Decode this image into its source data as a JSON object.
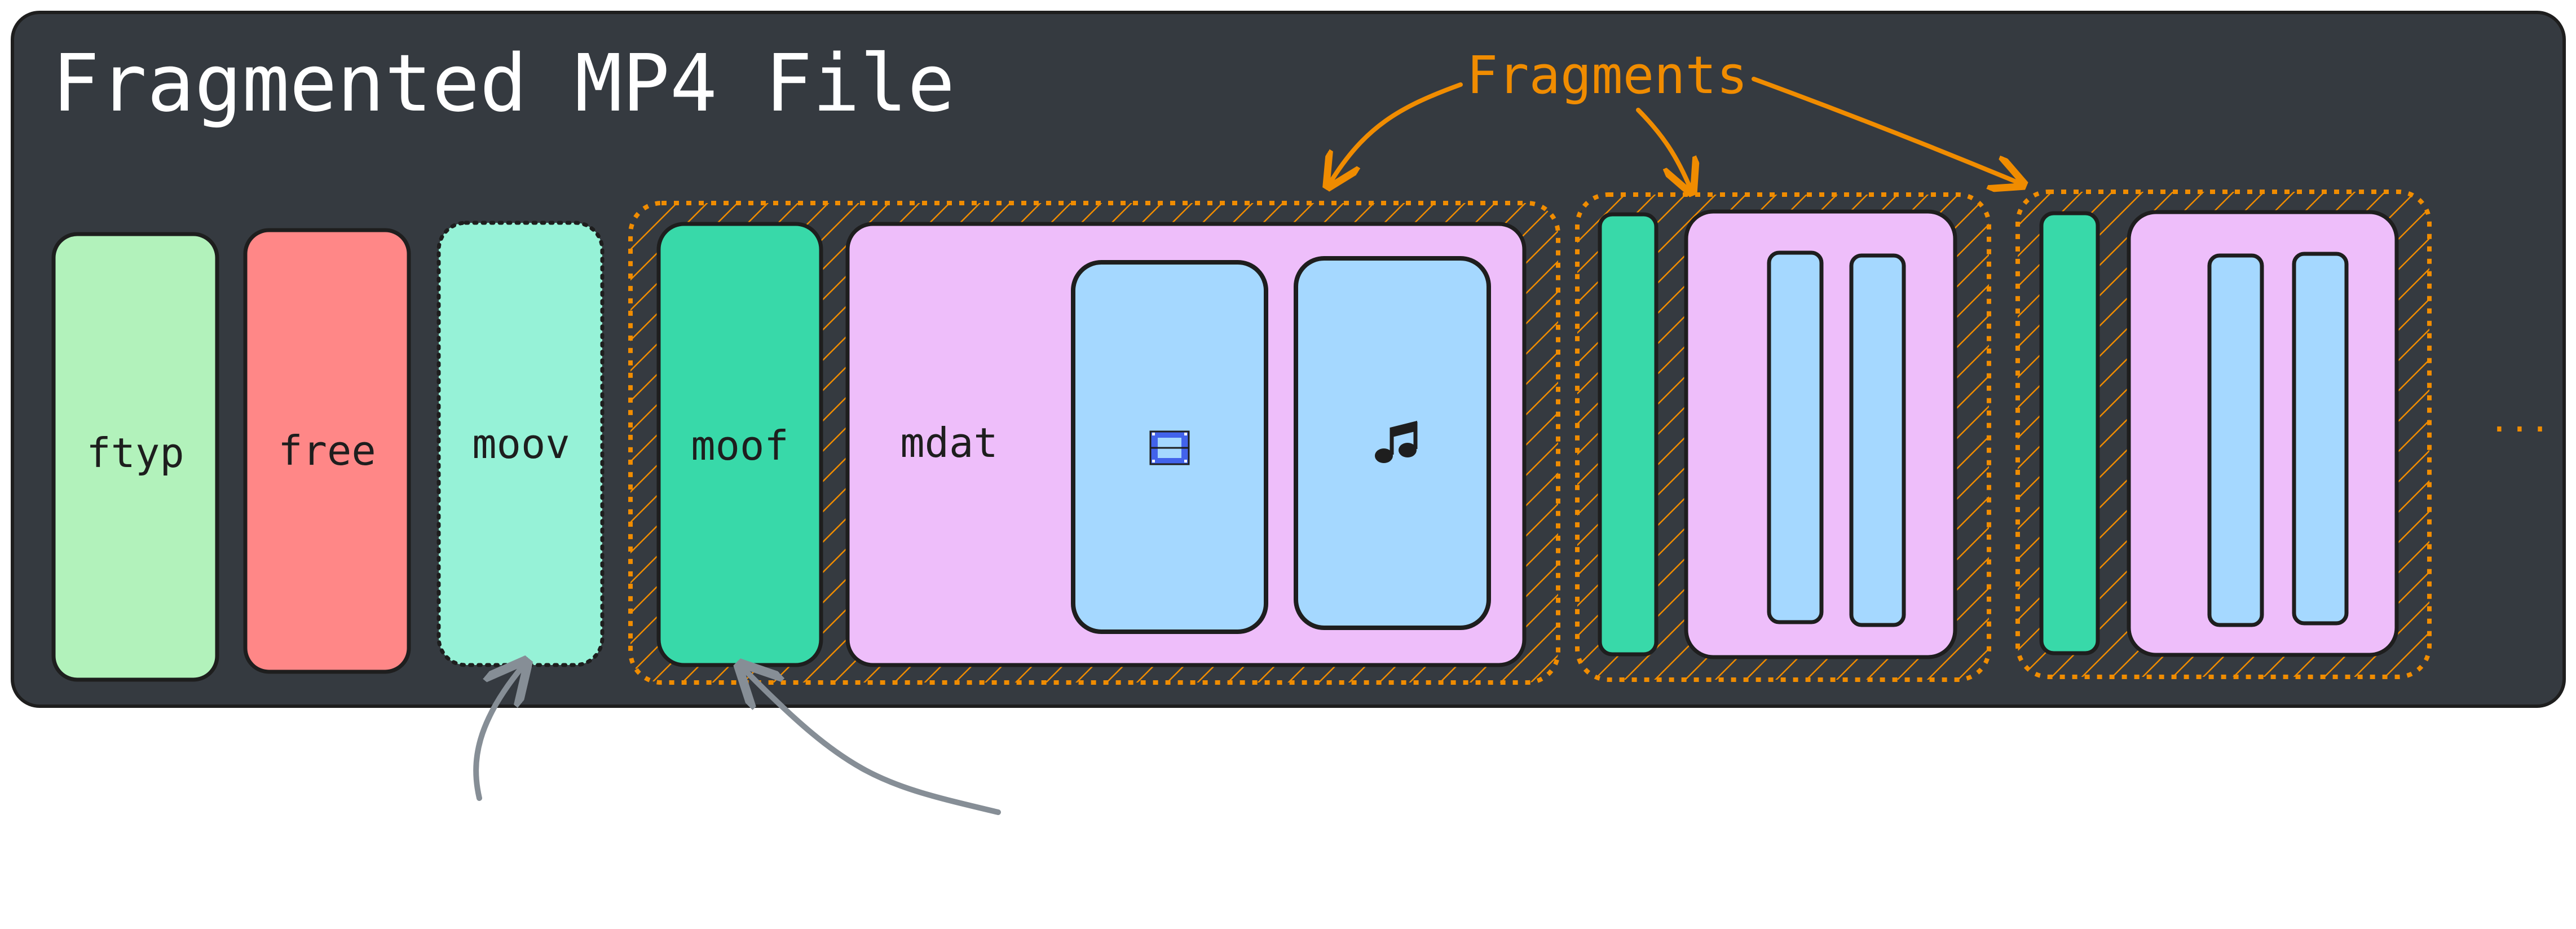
{
  "title": "Fragmented MP4 File",
  "annotation": "Fragments",
  "ellipsis": "...",
  "boxes": {
    "ftyp": "ftyp",
    "free": "free",
    "moov": "moov",
    "moof": "moof",
    "mdat": "mdat"
  },
  "icons": {
    "video": "film-icon",
    "audio": "music-note-icon"
  },
  "colors": {
    "background": "#353a40",
    "ftyp": "#b2f2bb",
    "free": "#ff8787",
    "moov": "#96f2d7",
    "moof": "#38d9a9",
    "mdat": "#eebefa",
    "track": "#a5d8ff",
    "fragment_outline": "#f08c00",
    "arrow_gray": "#868e96"
  }
}
